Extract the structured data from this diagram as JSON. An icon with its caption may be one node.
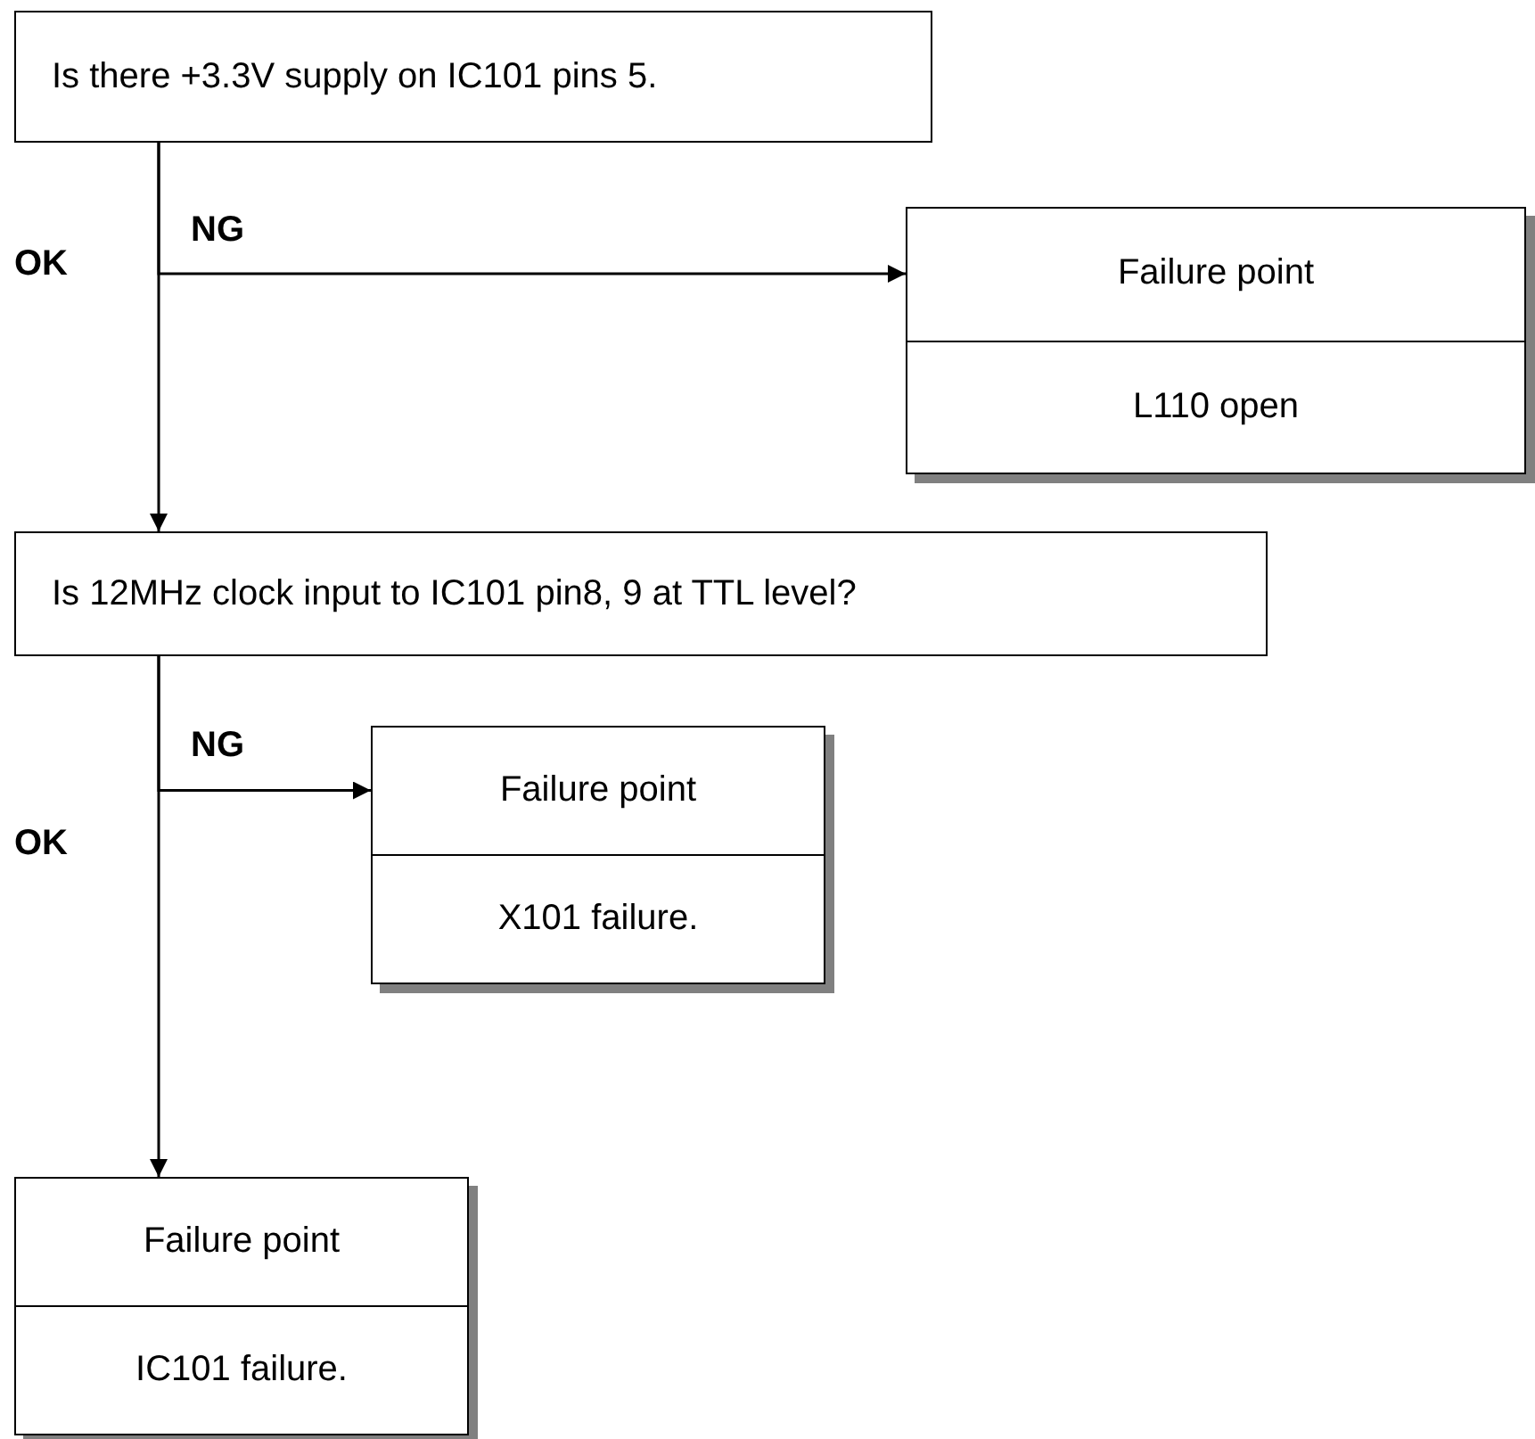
{
  "diagram": {
    "nodes": [
      {
        "text": [
          "Is there +3.3V supply on IC101 pins 5."
        ]
      },
      {
        "text": [
          "Failure point",
          "L110 open"
        ]
      },
      {
        "text": [
          "Is 12MHz clock input to IC101 pin8, 9 at TTL level?"
        ]
      },
      {
        "text": [
          "Failure point",
          "X101 failure."
        ]
      },
      {
        "text": [
          "Failure point",
          "IC101 failure."
        ]
      }
    ],
    "edges": [
      {
        "from": 0,
        "to": 1,
        "arrow": "to",
        "label": "NG"
      },
      {
        "from": 0,
        "to": 2,
        "arrow": "to",
        "label": "OK"
      },
      {
        "from": 2,
        "to": 3,
        "arrow": "to",
        "label": "NG"
      },
      {
        "from": 2,
        "to": 4,
        "arrow": "to",
        "label": "OK"
      }
    ]
  }
}
